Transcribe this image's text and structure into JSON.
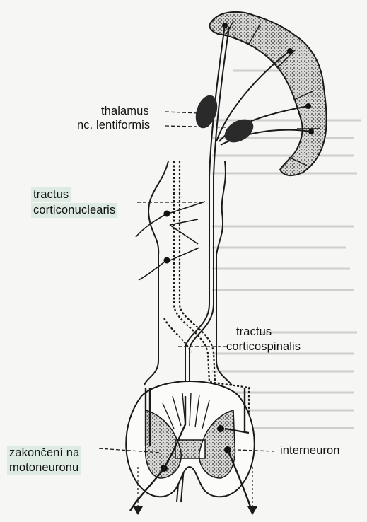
{
  "labels": {
    "thalamus": "thalamus",
    "nc_lentiformis": "nc. lentiformis",
    "tractus_corticonuclearis_1": "tractus",
    "tractus_corticonuclearis_2": "corticonuclearis",
    "tractus_corticospinalis_1": "tractus",
    "tractus_corticospinalis_2": "corticospinalis",
    "interneuron": "interneuron",
    "zakonceni_1": "zakončení na",
    "zakonceni_2": "motoneuronu"
  },
  "colors": {
    "ink": "#1a1a1a",
    "paper": "#f6f6f4",
    "highlight": "#c8e2d6",
    "stipple": "#2b2b2b"
  }
}
